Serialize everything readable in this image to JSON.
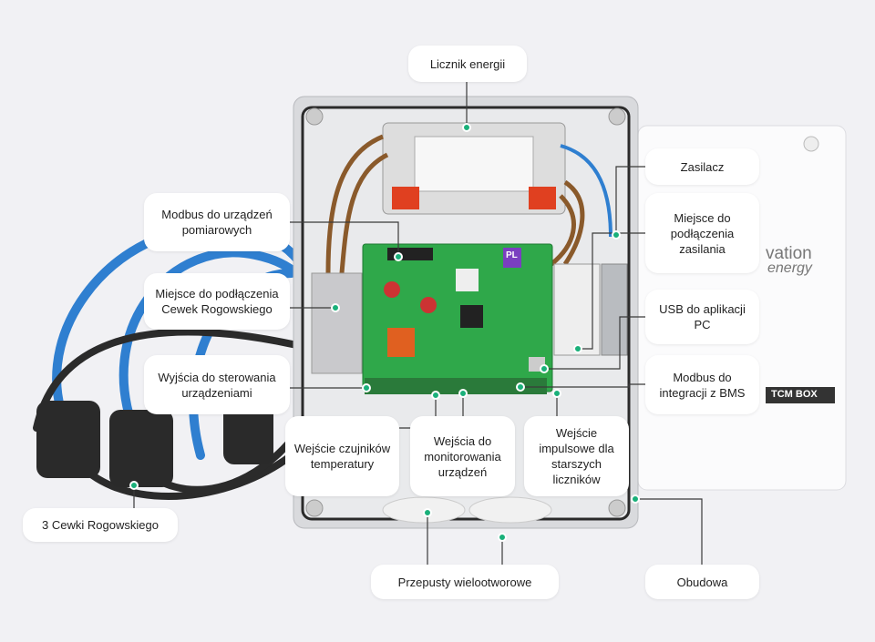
{
  "callouts": {
    "energy_meter": "Licznik energii",
    "power_supply": "Zasilacz",
    "power_connection": "Miejsce do podłączenia zasilania",
    "usb": "USB do aplikacji PC",
    "modbus_bms": "Modbus do integracji z BMS",
    "modbus_meters": "Modbus do urządzeń pomiarowych",
    "rogowski_connection": "Miejsce do podłączenia Cewek Rogowskiego",
    "control_outputs": "Wyjścia do sterowania urządzeniami",
    "temp_inputs": "Wejście czujników temperatury",
    "monitor_inputs": "Wejścia do monitorowania urządzeń",
    "pulse_input": "Wejście impulsowe dla starszych liczników",
    "rogowski_coils": "3 Cewki Rogowskiego",
    "cable_glands": "Przepusty wielootworowe",
    "housing": "Obudowa"
  },
  "device": {
    "brand_line1": "vation",
    "brand_line2": "energy",
    "product_label": "TCM BOX",
    "pcb_marking": "PL"
  },
  "colors": {
    "background": "#f1f1f4",
    "pcb": "#2fa84a",
    "cable": "#2f7fd0",
    "leader": "#3a3a3a",
    "dot": "#1ab07a"
  }
}
